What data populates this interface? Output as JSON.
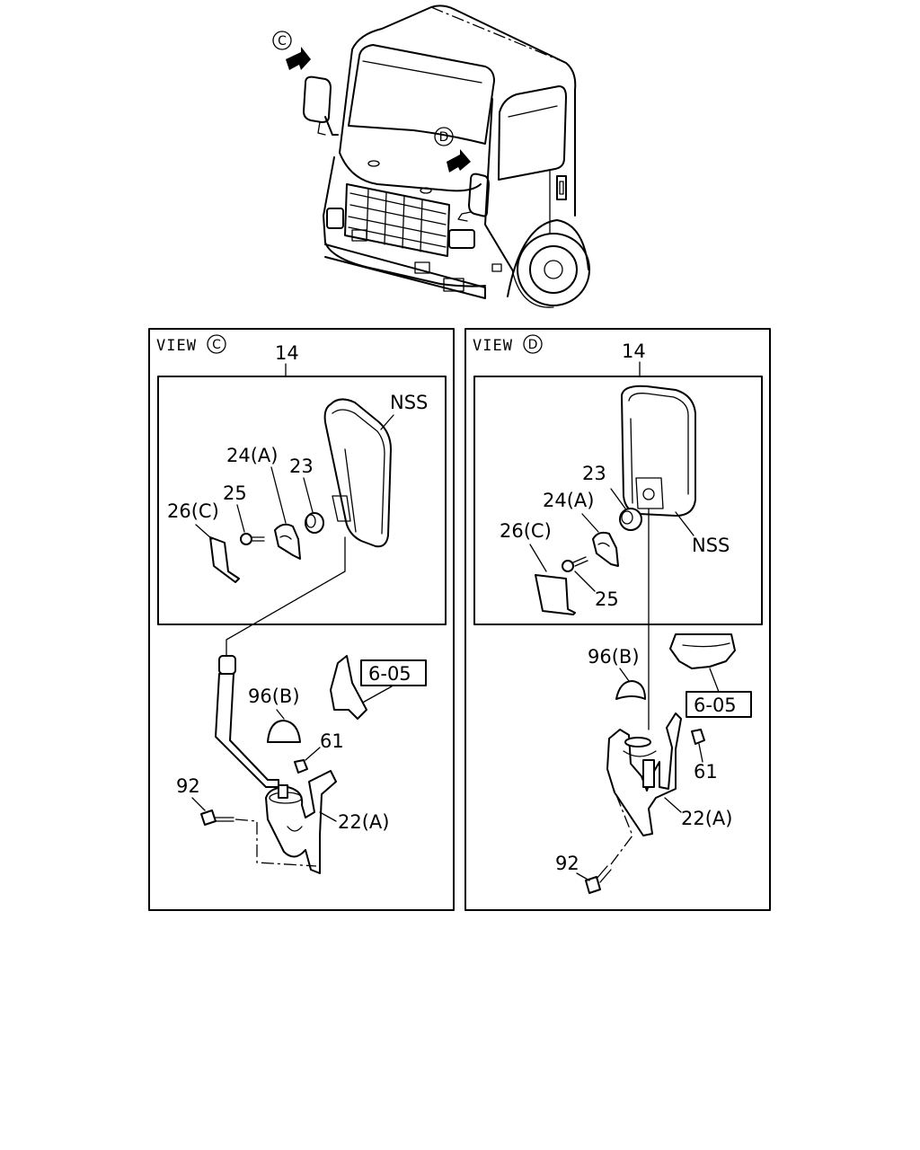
{
  "truck": {
    "arrow_c": "C",
    "arrow_d": "D"
  },
  "view_c": {
    "title": "VIEW",
    "title_letter": "C",
    "part_14": "14",
    "nss": "NSS",
    "part_24a": "24(A)",
    "part_23": "23",
    "part_25": "25",
    "part_26c": "26(C)",
    "ref_605": "6-05",
    "part_96b": "96(B)",
    "part_61": "61",
    "part_92": "92",
    "part_22a": "22(A)"
  },
  "view_d": {
    "title": "VIEW",
    "title_letter": "D",
    "part_14": "14",
    "part_23": "23",
    "part_24a": "24(A)",
    "part_26c": "26(C)",
    "part_25": "25",
    "nss": "NSS",
    "part_96b": "96(B)",
    "ref_605": "6-05",
    "part_61": "61",
    "part_22a": "22(A)",
    "part_92": "92"
  }
}
